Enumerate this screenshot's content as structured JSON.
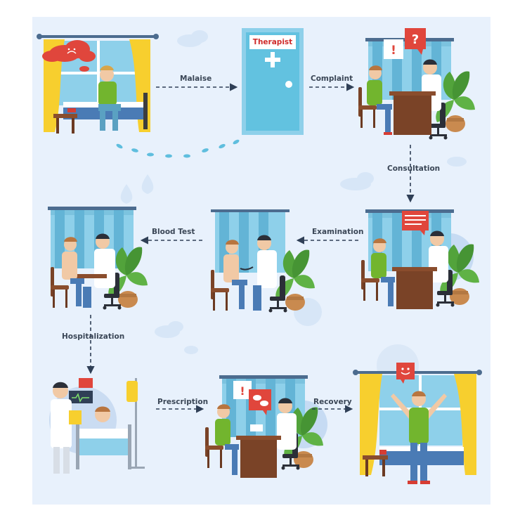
{
  "steps": {
    "malaise": "Malaise",
    "complaint": "Complaint",
    "consultation": "Consultation",
    "examination": "Examination",
    "blood_test": "Blood Test",
    "hospitalization": "Hospitalization",
    "prescription": "Prescription",
    "recovery": "Recovery"
  },
  "door_sign": "Therapist",
  "colors": {
    "background": "#e8f1fc",
    "curtain_yellow": "#f7cf2e",
    "window_blue": "#8ed0ea",
    "desk_brown": "#7a4327",
    "patient_green": "#72b52e",
    "doctor_white": "#ffffff",
    "alert_red": "#e0463c",
    "plant_green": "#52a33b",
    "arrow_dark": "#2f3f56"
  }
}
